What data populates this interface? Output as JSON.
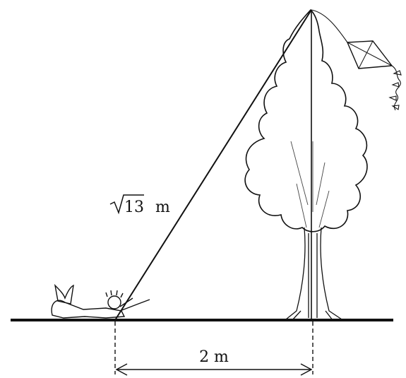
{
  "labels": {
    "hypotenuse_radicand": "13",
    "hypotenuse_unit": "m",
    "base_length": "2 m"
  },
  "colors": {
    "ink": "#111111",
    "background": "#ffffff"
  }
}
